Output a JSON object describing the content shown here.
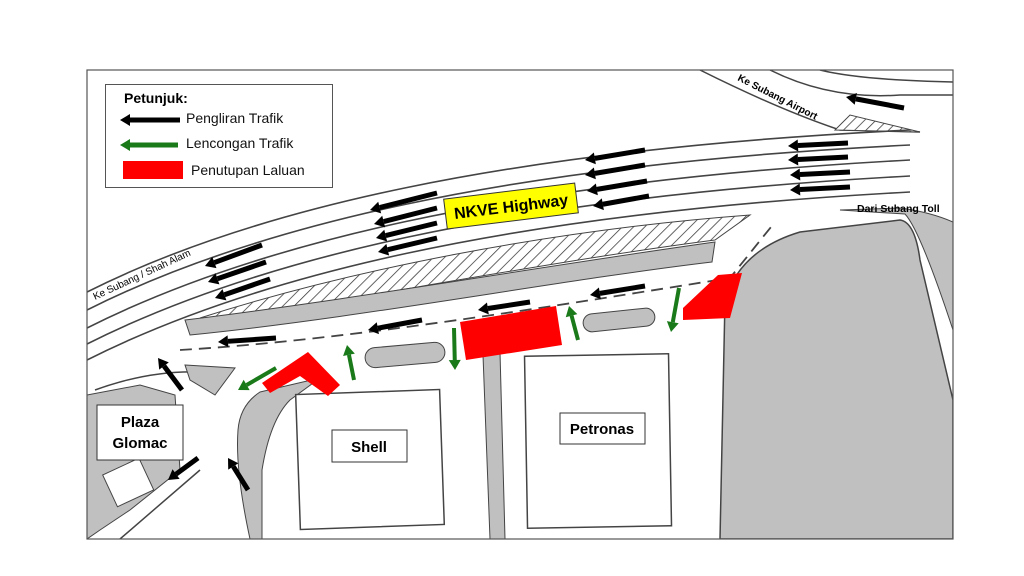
{
  "legend": {
    "title": "Petunjuk:",
    "items": [
      {
        "label": "Pengliran Trafik",
        "symbol": "black-arrow-icon",
        "color": "#000000"
      },
      {
        "label": "Lencongan Trafik",
        "symbol": "green-arrow-icon",
        "color": "#1a7a1a"
      },
      {
        "label": "Penutupan Laluan",
        "symbol": "red-block",
        "color": "#ff0000"
      }
    ]
  },
  "labels": {
    "highway": "NKVE Highway",
    "to_shah_alam": "Ke Subang / Shah Alam",
    "to_airport": "Ke Subang Airport",
    "from_toll": "Dari Subang Toll",
    "plaza_line1": "Plaza",
    "plaza_line2": "Glomac",
    "shell": "Shell",
    "petronas": "Petronas"
  },
  "colors": {
    "closure": "#ff0000",
    "diversion": "#1a7a1a",
    "traffic": "#000000",
    "highway_badge": "#ffff00",
    "land": "#c0c0c0"
  }
}
